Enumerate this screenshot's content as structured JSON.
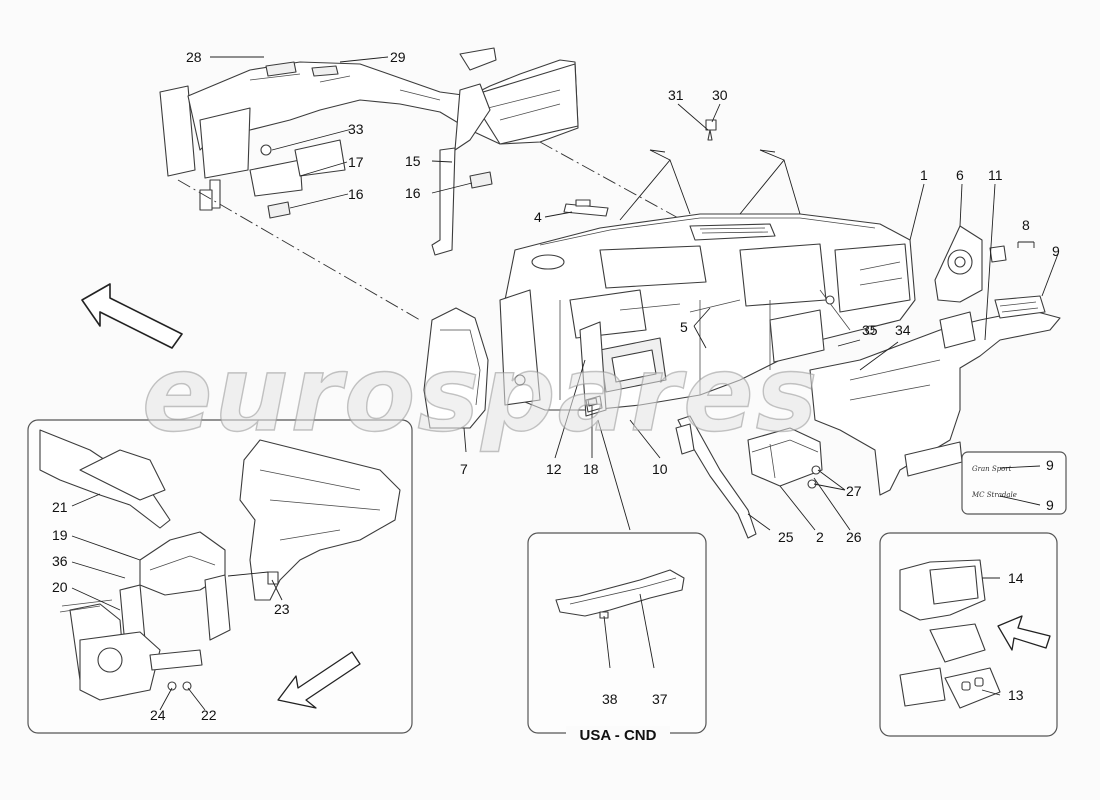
{
  "watermark": "eurospares",
  "inset_usa_caption": "USA - CND",
  "callouts": {
    "c1": "1",
    "c2": "2",
    "c4": "4",
    "c5": "5",
    "c6": "6",
    "c7": "7",
    "c8": "8",
    "c9a": "9",
    "c9b": "9",
    "c9c": "9",
    "c10": "10",
    "c11": "11",
    "c12": "12",
    "c13": "13",
    "c14": "14",
    "c15": "15",
    "c16a": "16",
    "c16b": "16",
    "c17": "17",
    "c18": "18",
    "c19": "19",
    "c20": "20",
    "c21": "21",
    "c22": "22",
    "c23": "23",
    "c24": "24",
    "c25": "25",
    "c26": "26",
    "c27": "27",
    "c28": "28",
    "c29": "29",
    "c30": "30",
    "c31": "31",
    "c33": "33",
    "c34": "34",
    "c35": "35",
    "c36": "36",
    "c37": "37",
    "c38": "38"
  },
  "badges": {
    "badge_a": "Gran Sport",
    "badge_b": "MC Stradale"
  },
  "icons": [
    "view-arrow-icon",
    "view-arrow-icon",
    "view-arrow-icon"
  ]
}
